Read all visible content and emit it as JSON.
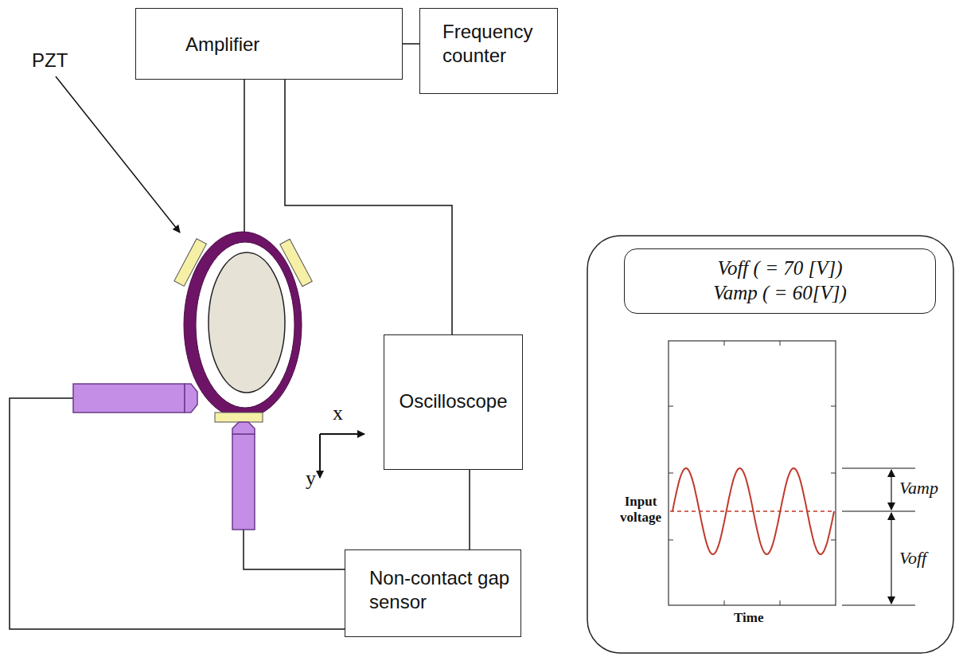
{
  "diagram": {
    "nodes": [
      {
        "text": [
          "Amplifier"
        ]
      },
      {
        "text": [
          "Frequency counter"
        ]
      },
      {
        "text": [
          "Oscilloscope"
        ]
      },
      {
        "text": [
          "Non-contact gap sensor"
        ]
      },
      {
        "text": [
          "Voff ( = 70 [V])",
          "Vamp ( = 60[V])"
        ]
      }
    ],
    "edges": [
      {
        "from": 0,
        "to": 1,
        "arrow": "none"
      },
      {
        "from": 0,
        "to": 2,
        "arrow": "none"
      },
      {
        "from": 2,
        "to": 3,
        "arrow": "none"
      }
    ],
    "labels": [
      "PZT",
      "x",
      "y",
      "Input voltage",
      "Time",
      "Vamp",
      "Voff"
    ]
  }
}
